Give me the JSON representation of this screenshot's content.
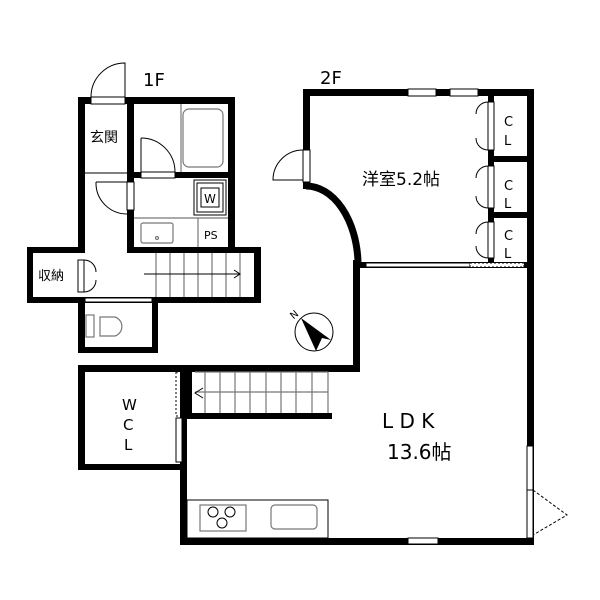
{
  "floors": {
    "first": "1F",
    "second": "2F"
  },
  "rooms": {
    "entrance": "玄関",
    "washer": "W",
    "pipe_space": "PS",
    "storage": "収納",
    "western_room": "洋室5.2帖",
    "closet_1": [
      "C",
      "L"
    ],
    "closet_2": [
      "C",
      "L"
    ],
    "closet_3": [
      "C",
      "L"
    ],
    "walk_in_closet": [
      "W",
      "C",
      "L"
    ],
    "ldk_name": "L D K",
    "ldk_size": "13.6帖"
  },
  "compass": {
    "north_label": "N"
  },
  "colors": {
    "wall": "#000000",
    "fixture": "#777777"
  }
}
